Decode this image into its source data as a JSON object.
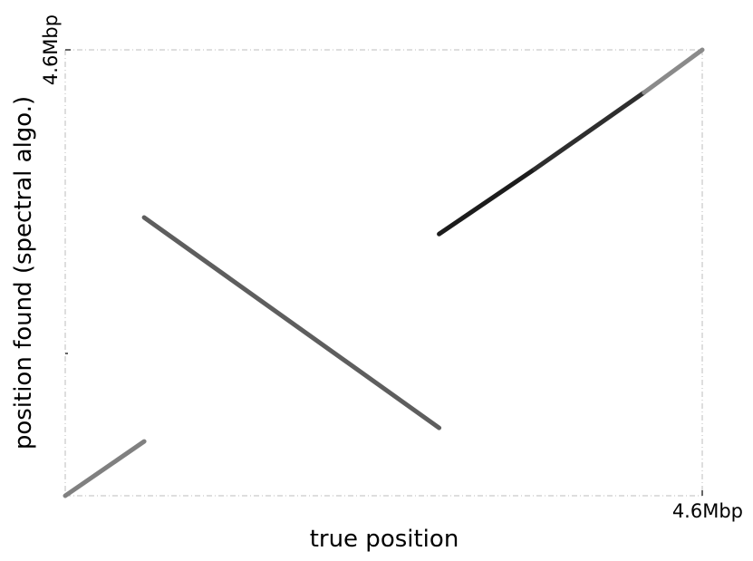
{
  "chart_data": {
    "type": "line",
    "title": "",
    "xlabel": "true position",
    "ylabel": "position found (spectral algo.)",
    "xlim": [
      0,
      4.6
    ],
    "ylim": [
      0,
      4.6
    ],
    "units": "Mbp",
    "grid": false,
    "legend": "none",
    "x_tick_labels": [
      {
        "value": 4.6,
        "label": "4.6Mbp"
      }
    ],
    "y_tick_labels": [
      {
        "value": 4.6,
        "label": "4.6Mbp"
      }
    ],
    "series": [
      {
        "color": "#808080",
        "x": [
          0.0,
          0.57
        ],
        "y": [
          0.0,
          0.56
        ]
      },
      {
        "color": "#5e5e5e",
        "x": [
          0.57,
          2.7
        ],
        "y": [
          2.87,
          0.7
        ]
      },
      {
        "color": "#1c1c1c",
        "x": [
          2.7,
          3.39
        ],
        "y": [
          2.7,
          3.37
        ]
      },
      {
        "color": "#2e2e2e",
        "x": [
          3.39,
          4.18
        ],
        "y": [
          3.37,
          4.16
        ]
      },
      {
        "color": "#8a8a8a",
        "x": [
          4.18,
          4.6
        ],
        "y": [
          4.16,
          4.6
        ]
      }
    ]
  }
}
